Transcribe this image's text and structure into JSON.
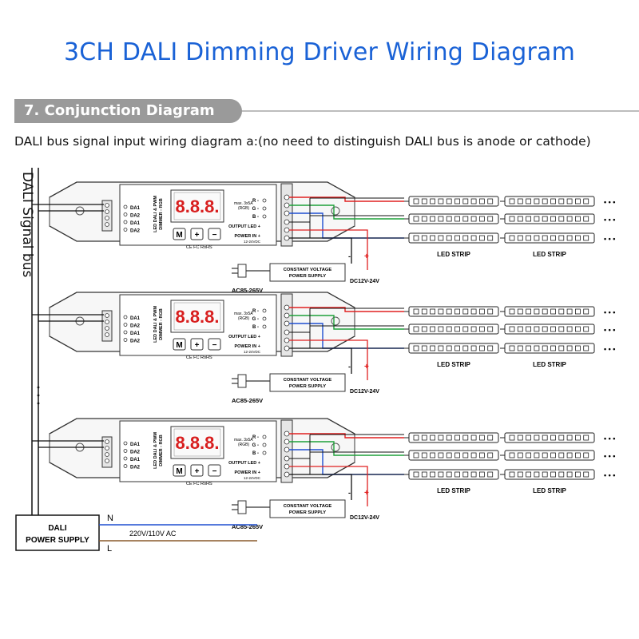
{
  "title": "3CH DALI Dimming Driver Wiring Diagram",
  "section": {
    "label": "7. Conjunction Diagram"
  },
  "subtitle": "DALI bus signal input wiring diagram a:(no need to distinguish DALI bus is anode or cathode)",
  "bus_label": "DALI Signal bus",
  "driver": {
    "da_labels": [
      "DA1",
      "DA2",
      "DA1",
      "DA2"
    ],
    "product_line1": "LED DALI & PWM",
    "product_line2": "DIMMER - RGB",
    "display": "8.8.8.",
    "buttons": [
      "M",
      "+",
      "−"
    ],
    "cert": "CE FC RoHS",
    "max_line1": "max. 3x5A",
    "max_line2": "(RGB)",
    "channels": [
      "R -",
      "G -",
      "B -"
    ],
    "output_led": "OUTPUT LED +",
    "power_in": "POWER IN +",
    "power_voltage": "12-24VDC",
    "minus": "-",
    "plus": "+"
  },
  "psu": {
    "line1": "CONSTANT VOLTAGE",
    "line2": "POWER SUPPLY"
  },
  "ac_label": "AC85-265V",
  "dc_label": "DC12V-24V",
  "strip_label": "LED STRIP",
  "ellipsis": "• • •",
  "dali_psu": {
    "line1": "DALI",
    "line2": "POWER SUPPLY"
  },
  "mains": {
    "n": "N",
    "l": "L",
    "voltage": "220V/110V AC"
  },
  "colors": {
    "title": "#1a62d6",
    "red": "#e02020",
    "green": "#1fa13a",
    "blue": "#1f4fd0",
    "led": "#d81e1e"
  }
}
